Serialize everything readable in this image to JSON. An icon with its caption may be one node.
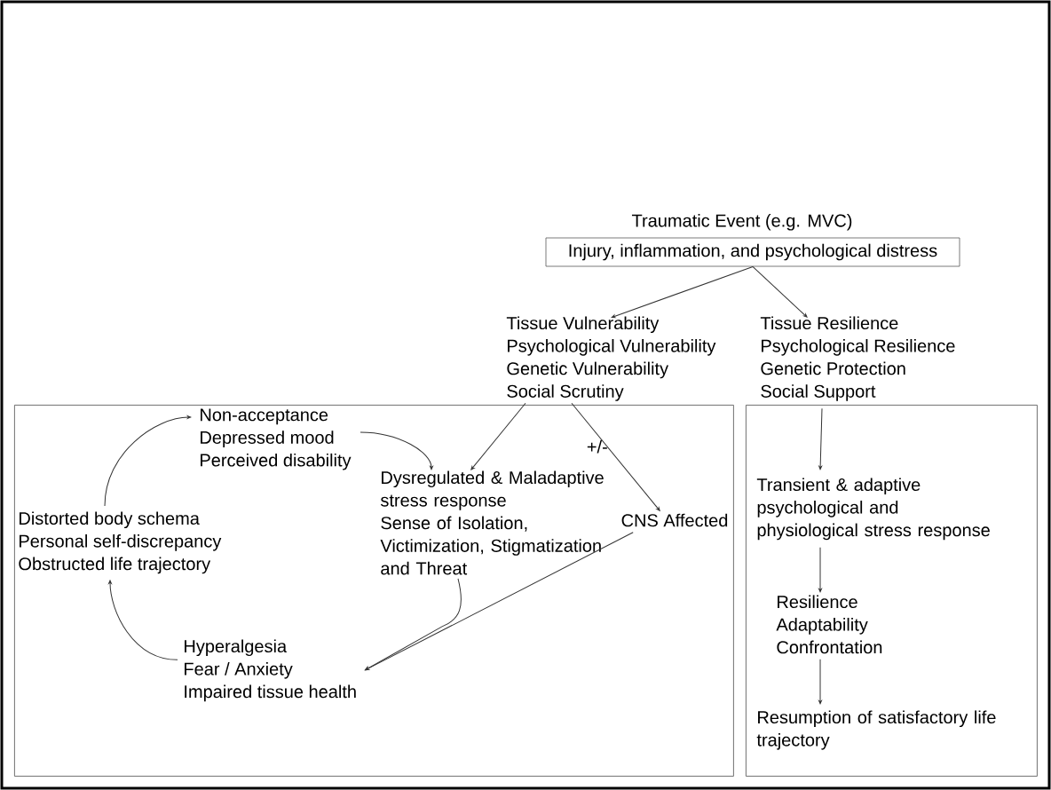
{
  "diagram": {
    "nodes": [
      {
        "text": [
          "Traumatic Event (e.g. MVC)",
          "Injury, inflammation, and psychological distress"
        ]
      },
      {
        "text": [
          "Tissue Vulnerability",
          "Psychological Vulnerability",
          "Genetic Vulnerability",
          "Social Scrutiny"
        ]
      },
      {
        "text": [
          "Tissue Resilience",
          "Psychological Resilience",
          "Genetic Protection",
          "Social Support"
        ]
      },
      {
        "text": [],
        "shape": "box"
      },
      {
        "text": [
          "Non-acceptance",
          "Depressed mood",
          "Perceived disability"
        ],
        "in": 3
      },
      {
        "text": [
          "Distorted body schema",
          "Personal self-discrepancy",
          "Obstructed life trajectory"
        ],
        "in": 3
      },
      {
        "text": [
          "Dysregulated & Maladaptive stress response",
          "Sense of Isolation, Victimization, Stigmatization and Threat"
        ],
        "in": 3
      },
      {
        "text": [
          "CNS Affected"
        ],
        "in": 3
      },
      {
        "text": [
          "Hyperalgesia",
          "Fear / Anxiety",
          "Impaired tissue health"
        ],
        "in": 3
      },
      {
        "text": [],
        "shape": "box"
      },
      {
        "text": [
          "Transient & adaptive psychological and physiological stress response"
        ],
        "in": 9
      },
      {
        "text": [
          "Resilience",
          "Adaptability",
          "Confrontation"
        ],
        "in": 9
      },
      {
        "text": [
          "Resumption of satisfactory life trajectory"
        ],
        "in": 9
      }
    ],
    "edges": [
      {
        "from": 0,
        "to": 1,
        "arrow": "to"
      },
      {
        "from": 0,
        "to": 2,
        "arrow": "to"
      },
      {
        "from": 1,
        "to": 6,
        "arrow": "to"
      },
      {
        "from": 1,
        "to": 7,
        "arrow": "to",
        "label": "+/-"
      },
      {
        "from": 4,
        "to": 6,
        "arrow": "to"
      },
      {
        "from": 6,
        "to": 8,
        "arrow": "to"
      },
      {
        "from": 7,
        "to": 8,
        "arrow": "to"
      },
      {
        "from": 8,
        "to": 5,
        "arrow": "to"
      },
      {
        "from": 5,
        "to": 4,
        "arrow": "to"
      },
      {
        "from": 2,
        "to": 10,
        "arrow": "to"
      },
      {
        "from": 10,
        "to": 11,
        "arrow": "to"
      },
      {
        "from": 11,
        "to": 12,
        "arrow": "to"
      }
    ]
  }
}
